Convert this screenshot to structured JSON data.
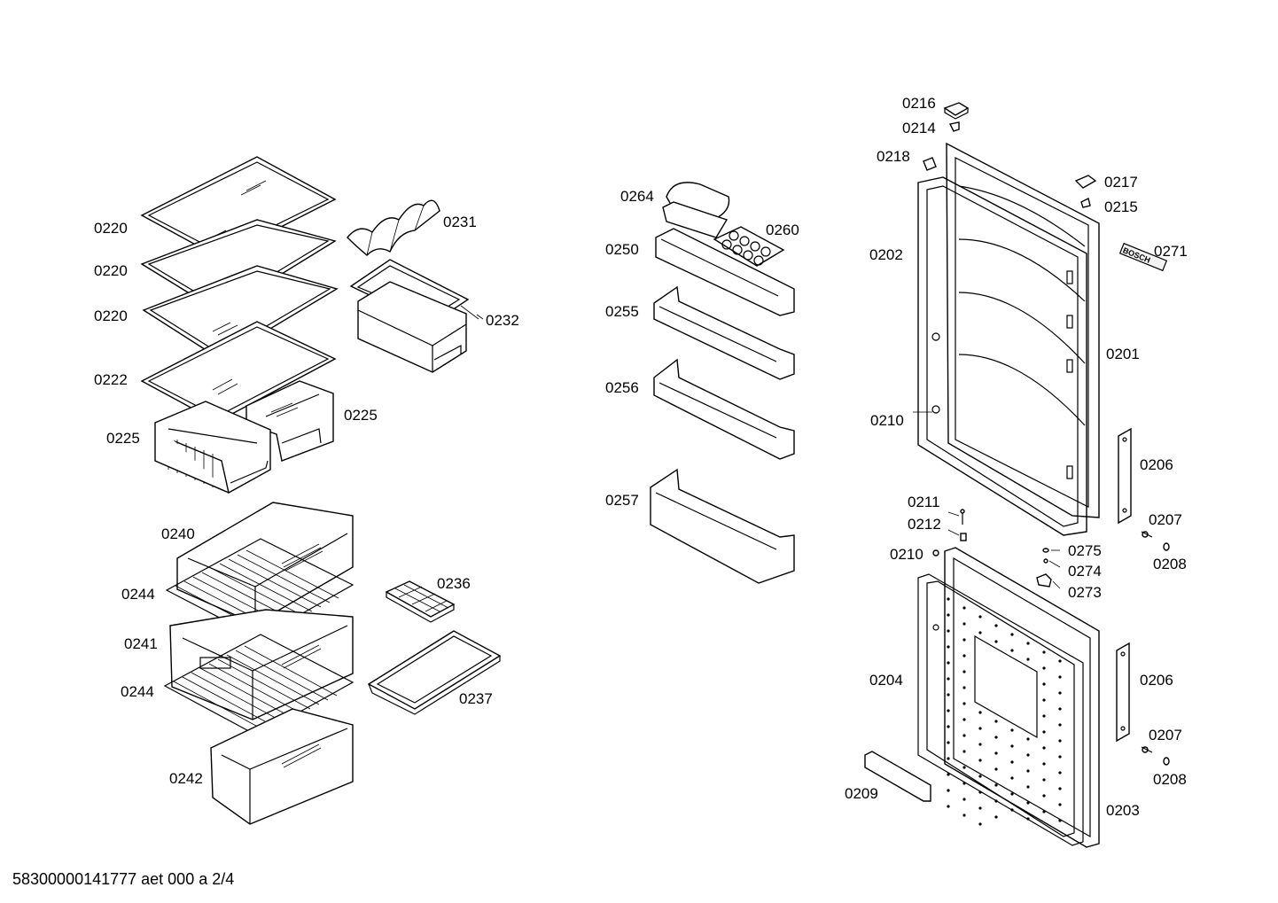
{
  "diagram": {
    "labels": [
      "0220",
      "0220",
      "0220",
      "0222",
      "0225",
      "0225",
      "0231",
      "0232",
      "0240",
      "0244",
      "0241",
      "0244",
      "0242",
      "0236",
      "0237",
      "0264",
      "0260",
      "0250",
      "0255",
      "0256",
      "0257",
      "0216",
      "0214",
      "0218",
      "0217",
      "0215",
      "0271",
      "0202",
      "0201",
      "0210",
      "0206",
      "0211",
      "0212",
      "0207",
      "0208",
      "0210",
      "0275",
      "0274",
      "0273",
      "0204",
      "0206",
      "0207",
      "0208",
      "0209",
      "0203"
    ],
    "brand_mark": "BOSCH"
  },
  "footer": {
    "text": "58300000141777 aet 000 a 2/4"
  }
}
